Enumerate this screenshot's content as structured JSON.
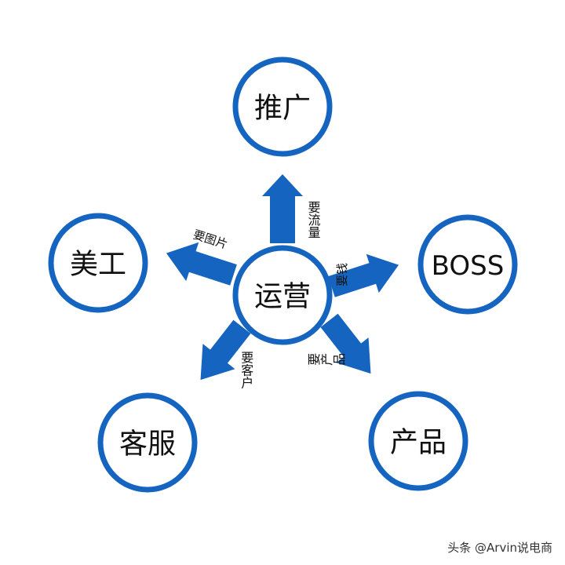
{
  "center": {
    "label": "运营"
  },
  "nodes": [
    {
      "id": "promotion",
      "label": "推广"
    },
    {
      "id": "boss",
      "label": "BOSS"
    },
    {
      "id": "product",
      "label": "产品"
    },
    {
      "id": "customer-service",
      "label": "客服"
    },
    {
      "id": "art",
      "label": "美工"
    }
  ],
  "arrows": [
    {
      "to": "promotion",
      "label": "要流量"
    },
    {
      "to": "boss",
      "label": "要钱"
    },
    {
      "to": "product",
      "label": "要产品"
    },
    {
      "to": "customer-service",
      "label": "要客户"
    },
    {
      "to": "art",
      "label": "要图片"
    }
  ],
  "colors": {
    "accent": "#1565c0"
  },
  "watermark": "头条 @Arvin说电商"
}
